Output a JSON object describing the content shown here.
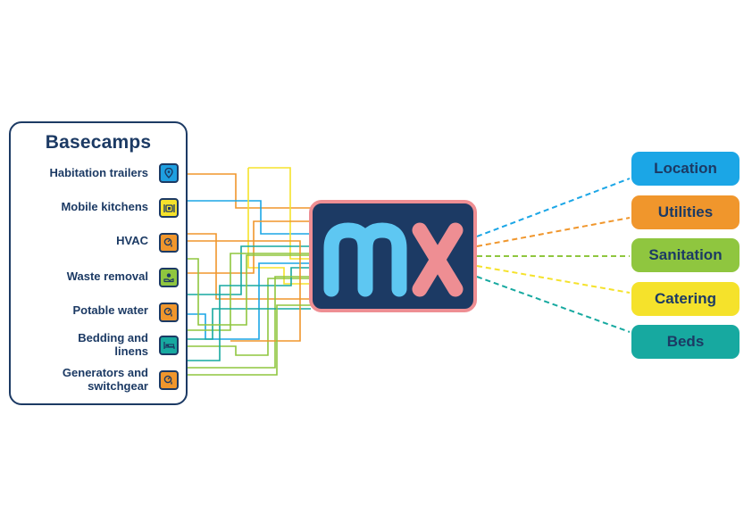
{
  "panel": {
    "title": "Basecamps",
    "items": [
      {
        "label": "Habitation trailers",
        "icon": "location-pin-icon",
        "color": "#1e9fe0"
      },
      {
        "label": "Mobile kitchens",
        "icon": "kitchen-icon",
        "color": "#f5e22b"
      },
      {
        "label": "HVAC",
        "icon": "meter-icon",
        "color": "#f0962c"
      },
      {
        "label": "Waste removal",
        "icon": "hand-recycle-icon",
        "color": "#8fc63f"
      },
      {
        "label": "Potable water",
        "icon": "meter-icon",
        "color": "#f0962c"
      },
      {
        "label": "Bedding and linens",
        "icon": "bed-icon",
        "color": "#17a9a0"
      },
      {
        "label": "Generators and switchgear",
        "icon": "meter-icon",
        "color": "#f0962c"
      }
    ]
  },
  "hub": {
    "letter_m": "m",
    "letter_x": "x",
    "m_color": "#5ec7f2",
    "x_color": "#ee8e93",
    "bg_color": "#1c3a64",
    "border_color": "#ee8e93"
  },
  "outputs": [
    {
      "label": "Location",
      "color": "#1ba6e6"
    },
    {
      "label": "Utilities",
      "color": "#f0962c"
    },
    {
      "label": "Sanitation",
      "color": "#8fc63f"
    },
    {
      "label": "Catering",
      "color": "#f5e22b"
    },
    {
      "label": "Beds",
      "color": "#17a9a0"
    }
  ]
}
